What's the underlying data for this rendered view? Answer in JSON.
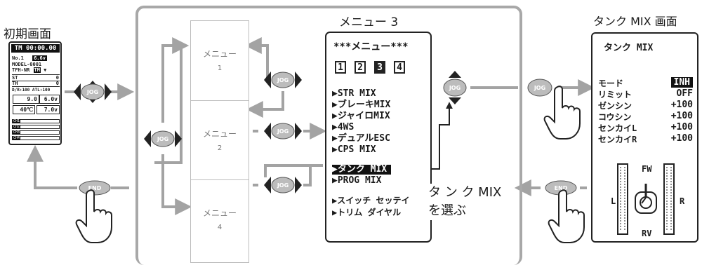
{
  "labels": {
    "initial_screen": "初期画面",
    "menu3": "メニュー 3",
    "tank_screen": "タンク MIX 画面",
    "select_note_line1": "タ ン ク MIX",
    "select_note_line2": "を選ぶ"
  },
  "cards": [
    {
      "name": "メニュー",
      "num": "1"
    },
    {
      "name": "メニュー",
      "num": "2"
    },
    {
      "name": "メニュー",
      "num": "4"
    }
  ],
  "buttons": {
    "jog": "JOG",
    "end": "END"
  },
  "initial_display": {
    "header": "TM 00:00.00",
    "line1_model_no": "No.1",
    "line1_voltage": "6.6v",
    "line2": "MODEL-0001",
    "line3": "TFH-NR",
    "line3_badge": "TM",
    "st_row": "ST",
    "st_val": "0",
    "th_row": "TH",
    "th_val": "0",
    "dr_row": "D/R:100 ATL:100",
    "box1": "9.0",
    "box2": "6.0v",
    "box3": "40℃",
    "box4": "7.0v",
    "ch_rows": [
      "CH1",
      "CH2",
      "CH3",
      "CH4"
    ]
  },
  "menu_screen": {
    "header": "***メニュー***",
    "pages": [
      "1",
      "2",
      "3",
      "4"
    ],
    "selected_page": "3",
    "items": [
      "▶STR MIX",
      "▶ブレーキMIX",
      "▶ジャイロMIX",
      "▶4WS",
      "▶デュアルESC",
      "▶CPS MIX",
      "▶タンク MIX",
      "▶PROG MIX",
      "▶スイッチ セッテイ",
      "▶トリム ダイヤル"
    ],
    "selected_item": "▶タンク MIX"
  },
  "tank_display": {
    "title": "タンク MIX",
    "rows": [
      {
        "label": "モード",
        "value": "INH"
      },
      {
        "label": "リミット",
        "value": "OFF"
      },
      {
        "label": "ゼンシン",
        "value": "+100"
      },
      {
        "label": "コウシン",
        "value": "+100"
      },
      {
        "label": "センカイL",
        "value": "+100"
      },
      {
        "label": "センカイR",
        "value": "+100"
      }
    ],
    "fw": "FW",
    "rv": "RV",
    "l": "L",
    "r": "R"
  },
  "colors": {
    "arrow": "#a3a3a3",
    "frame": "#a8a8a8",
    "line": "#222222"
  }
}
